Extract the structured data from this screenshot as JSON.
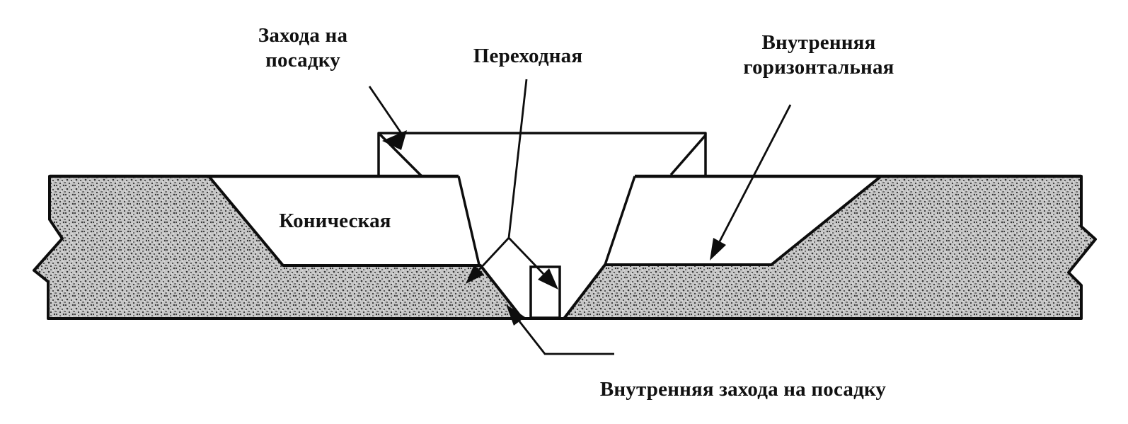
{
  "diagram": {
    "description": "Cross-section of a countersunk seat in a plate with labelled surfaces (Russian riveting terminology)",
    "labels": {
      "top_left": {
        "lines": [
          "Захода на",
          "посадку"
        ]
      },
      "top_center": {
        "text": "Переходная"
      },
      "top_right": {
        "lines": [
          "Внутренняя",
          "горизонтальная"
        ]
      },
      "middle_left": {
        "text": "Коническая"
      },
      "bottom": {
        "text": "Внутренняя захода на посадку"
      }
    },
    "colors": {
      "line": "#0d0d0d",
      "plate_fill_base": "#c6c6c6",
      "plate_speckle_dark": "#333333",
      "plate_speckle_light": "#f2f2f2",
      "background": "#ffffff",
      "text": "#111111"
    }
  }
}
